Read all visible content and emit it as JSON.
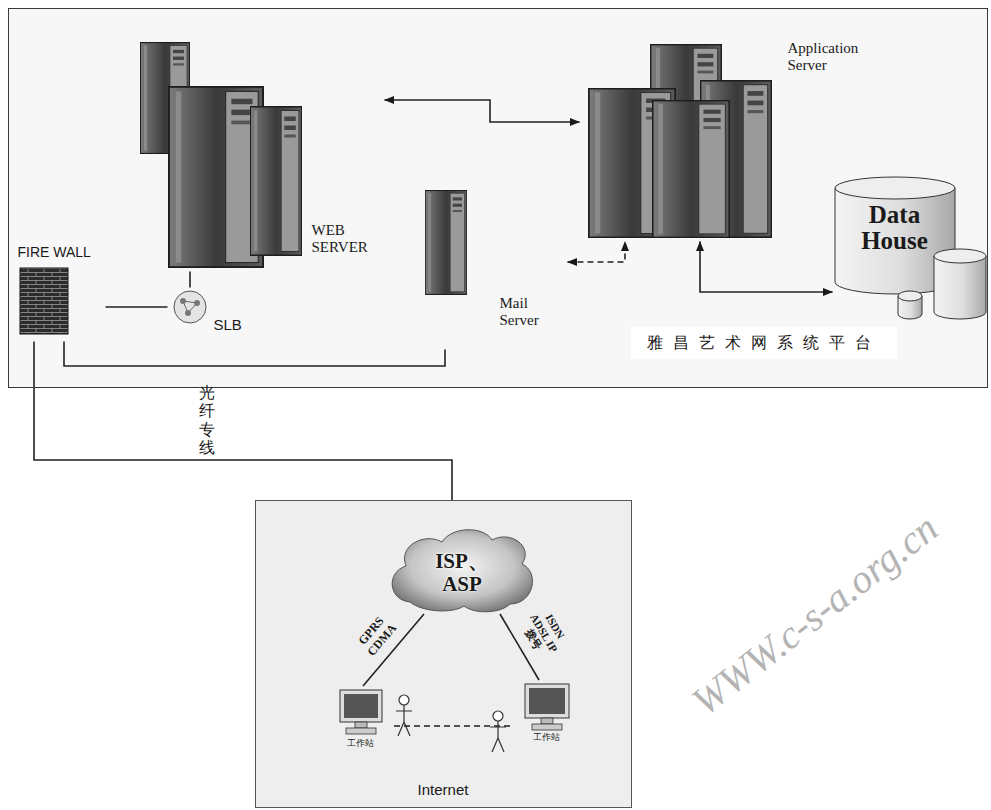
{
  "diagram": {
    "nodes": [
      {
        "text": [
          "雅昌艺术网系统平台"
        ]
      },
      {
        "text": [
          "WEB SERVER"
        ],
        "in": 0
      },
      {
        "text": [
          "Application Server"
        ],
        "in": 0
      },
      {
        "text": [
          "Data House"
        ],
        "in": 0
      },
      {
        "text": [
          "FIRE WALL"
        ],
        "in": 0
      },
      {
        "text": [
          "SLB"
        ],
        "in": 0
      },
      {
        "text": [
          "Mail Server"
        ],
        "in": 0
      },
      {
        "text": [
          "Internet"
        ]
      },
      {
        "text": [
          "ISP、ASP"
        ],
        "in": 7
      },
      {
        "text": [
          "工作站"
        ],
        "in": 7
      },
      {
        "text": [
          "工作站"
        ],
        "in": 7
      }
    ],
    "edges": [
      {
        "from": 1,
        "to": 2,
        "arrow": "both"
      },
      {
        "from": 2,
        "to": 3,
        "arrow": "both"
      },
      {
        "from": 6,
        "to": 2,
        "arrow": "both"
      },
      {
        "from": 5,
        "to": 1,
        "arrow": "none"
      },
      {
        "from": 4,
        "to": 5,
        "arrow": "none"
      },
      {
        "from": 4,
        "to": 6,
        "arrow": "none"
      },
      {
        "from": 4,
        "to": 7,
        "label": "光纤专线",
        "arrow": "none"
      },
      {
        "from": 8,
        "to": 9,
        "label": "GPRS CDMA",
        "arrow": "none"
      },
      {
        "from": 8,
        "to": 10,
        "label": "ISDN ADSL IP 拨号",
        "arrow": "none"
      },
      {
        "from": 9,
        "to": 10,
        "arrow": "none"
      }
    ],
    "labels": [
      "WWW.c-s-a.org.cn"
    ]
  }
}
